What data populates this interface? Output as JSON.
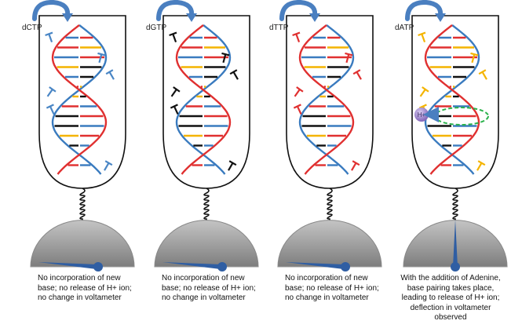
{
  "panels": [
    {
      "id": "dctp",
      "label": "dCTP",
      "caption": [
        "No incorporation of new",
        "base; no release of H+ ion;",
        "no change in voltameter"
      ],
      "deflection": false,
      "pairs": [
        "#3a7bbf",
        "#e03030",
        "#3a7bbf",
        "#f4b400",
        "#3a7bbf",
        "#e03030",
        "#f4b400",
        "#e03030",
        "#111111",
        "#111111",
        "#f4b400",
        "#111111",
        "#3a7bbf",
        "#e03030"
      ],
      "free_color": "#4a86c5",
      "free_count": 6
    },
    {
      "id": "dgtp",
      "label": "dGTP",
      "caption": [
        "No incorporation of new",
        "base; no release of H+ ion;",
        "no change in voltameter"
      ],
      "deflection": false,
      "pairs": [
        "#3a7bbf",
        "#e03030",
        "#3a7bbf",
        "#f4b400",
        "#3a7bbf",
        "#e03030",
        "#f4b400",
        "#e03030",
        "#111111",
        "#111111",
        "#f4b400",
        "#111111",
        "#3a7bbf",
        "#e03030"
      ],
      "free_color": "#111111",
      "free_count": 6
    },
    {
      "id": "dttp",
      "label": "dTTP",
      "caption": [
        "No incorporation of new",
        "base; no release of H+ ion;",
        "no change in voltameter"
      ],
      "deflection": false,
      "pairs": [
        "#3a7bbf",
        "#e03030",
        "#3a7bbf",
        "#f4b400",
        "#3a7bbf",
        "#e03030",
        "#f4b400",
        "#e03030",
        "#111111",
        "#111111",
        "#f4b400",
        "#111111",
        "#3a7bbf",
        "#e03030"
      ],
      "free_color": "#e03030",
      "free_count": 6
    },
    {
      "id": "datp",
      "label": "dATP",
      "caption": [
        "With the addition of Adenine,",
        "base pairing takes place,",
        "leading to release of H+ ion;",
        "deflection in voltameter",
        "observed"
      ],
      "deflection": true,
      "ion_label": "H+",
      "pairs": [
        "#3a7bbf",
        "#e03030",
        "#3a7bbf",
        "#f4b400",
        "#3a7bbf",
        "#e03030",
        "#f4b400",
        "#e03030",
        "#111111",
        "#111111",
        "#f4b400",
        "#111111",
        "#3a7bbf",
        "#e03030"
      ],
      "free_color": "#f4b400",
      "free_count": 6
    }
  ],
  "colors": {
    "strand_blue": "#3a7bbf",
    "strand_red": "#e03030",
    "arrow": "#4a7fc0",
    "dome": "#a8a8a8",
    "needle": "#2f5ea3",
    "halo": "#2bb24c",
    "ion": "#8a6cc0"
  }
}
